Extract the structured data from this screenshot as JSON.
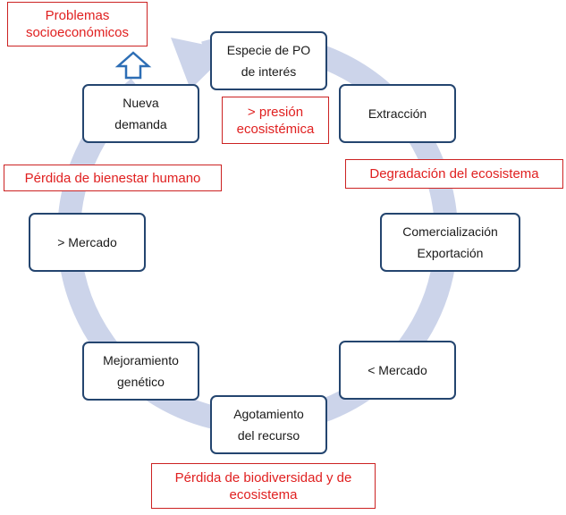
{
  "colors": {
    "ring": "#ccd4ea",
    "node_border": "#24456f",
    "note_border": "#cc2222",
    "note_text": "#e02020",
    "arrow": "#2d6eb5"
  },
  "nodes": {
    "especie": "Especie de PO\nde interés",
    "extraccion": "Extracción",
    "comercializacion": "Comercialización\nExportación",
    "menor_mercado": "< Mercado",
    "agotamiento": "Agotamiento\ndel recurso",
    "mejoramiento": "Mejoramiento\ngenético",
    "mayor_mercado": "> Mercado",
    "nueva_demanda": "Nueva\ndemanda"
  },
  "notes": {
    "problemas": "Problemas\nsocioeconómicos",
    "presion": "> presión\necosistémica",
    "degradacion": "Degradación del ecosistema",
    "bienestar": "Pérdida de bienestar humano",
    "biodiversidad": "Pérdida de biodiversidad y de\necosistema"
  },
  "icons": {
    "cycle": "cycle-ring",
    "up": "up-arrow-icon"
  }
}
